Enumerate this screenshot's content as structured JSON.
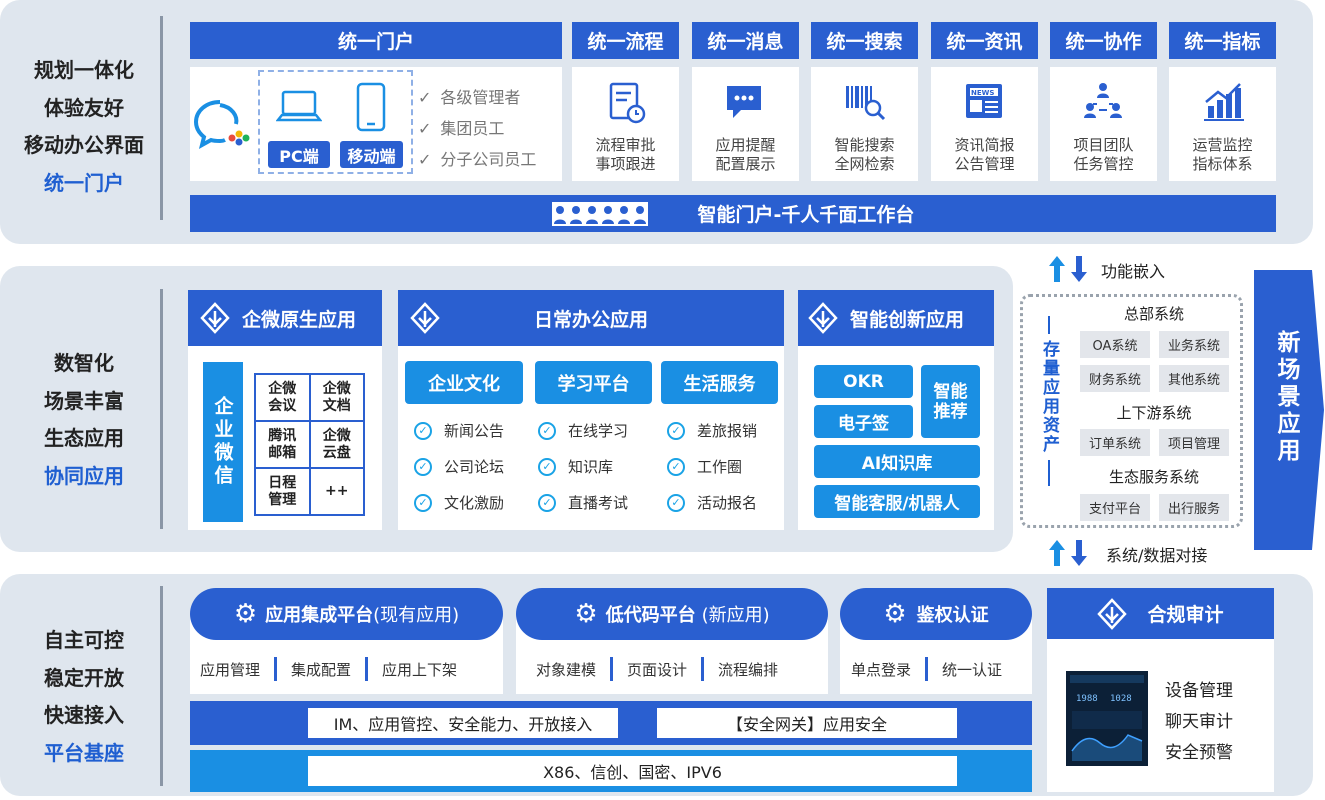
{
  "top": {
    "side": [
      "规划一体化",
      "体验友好",
      "移动办公界面",
      "统一门户"
    ],
    "portal_header": "统一门户",
    "devices": [
      "PC端",
      "移动端"
    ],
    "audience": [
      "各级管理者",
      "集团员工",
      "分子公司员工"
    ],
    "modules": [
      {
        "title": "统一流程",
        "lines": [
          "流程审批",
          "事项跟进"
        ],
        "icon": "document-clock-icon"
      },
      {
        "title": "统一消息",
        "lines": [
          "应用提醒",
          "配置展示"
        ],
        "icon": "chat-bubble-icon"
      },
      {
        "title": "统一搜索",
        "lines": [
          "智能搜索",
          "全网检索"
        ],
        "icon": "barcode-search-icon"
      },
      {
        "title": "统一资讯",
        "lines": [
          "资讯简报",
          "公告管理"
        ],
        "icon": "news-icon"
      },
      {
        "title": "统一协作",
        "lines": [
          "项目团队",
          "任务管控"
        ],
        "icon": "team-network-icon"
      },
      {
        "title": "统一指标",
        "lines": [
          "运营监控",
          "指标体系"
        ],
        "icon": "bar-chart-icon"
      }
    ],
    "footer": "智能门户-千人千面工作台"
  },
  "mid": {
    "side": [
      "数智化",
      "场景丰富",
      "生态应用",
      "协同应用"
    ],
    "native": {
      "title": "企微原生应用",
      "wecom": "企业微信",
      "apps": [
        "企微会议",
        "企微文档",
        "腾讯邮箱",
        "企微云盘",
        "日程管理",
        "++"
      ]
    },
    "daily": {
      "title": "日常办公应用",
      "cols": [
        {
          "head": "企业文化",
          "items": [
            "新闻公告",
            "公司论坛",
            "文化激励"
          ]
        },
        {
          "head": "学习平台",
          "items": [
            "在线学习",
            "知识库",
            "直播考试"
          ]
        },
        {
          "head": "生活服务",
          "items": [
            "差旅报销",
            "工作圈",
            "活动报名"
          ]
        }
      ]
    },
    "innov": {
      "title": "智能创新应用",
      "items": [
        "OKR",
        "电子签",
        "智能推荐",
        "AI知识库",
        "智能客服/机器人"
      ]
    },
    "embed": "功能嵌入",
    "dock": "系统/数据对接",
    "stock_label": "存量应用资产",
    "groups": [
      {
        "name": "总部系统",
        "items": [
          "OA系统",
          "业务系统",
          "财务系统",
          "其他系统"
        ]
      },
      {
        "name": "上下游系统",
        "items": [
          "订单系统",
          "项目管理"
        ]
      },
      {
        "name": "生态服务系统",
        "items": [
          "支付平台",
          "出行服务"
        ]
      }
    ],
    "new_scene": "新场景应用"
  },
  "bottom": {
    "side": [
      "自主可控",
      "稳定开放",
      "快速接入",
      "平台基座"
    ],
    "p1": {
      "bold": "应用集成平台",
      "rest": "(现有应用)",
      "subs": [
        "应用管理",
        "集成配置",
        "应用上下架"
      ]
    },
    "p2": {
      "bold": "低代码平台",
      "rest": "(新应用)",
      "subs": [
        "对象建模",
        "页面设计",
        "流程编排"
      ]
    },
    "p3": {
      "bold": "鉴权认证",
      "rest": "",
      "subs": [
        "单点登录",
        "统一认证"
      ]
    },
    "bar1a": "IM、应用管控、安全能力、开放接入",
    "bar1b": "【安全网关】应用安全",
    "bar2": "X86、信创、国密、IPV6",
    "audit": {
      "title": "合规审计",
      "items": [
        "设备管理",
        "聊天审计",
        "安全预警"
      ]
    }
  },
  "colors": {
    "blue": "#2a5fd0",
    "light_blue": "#1a8fe3",
    "panel": "#dfe6ee"
  }
}
